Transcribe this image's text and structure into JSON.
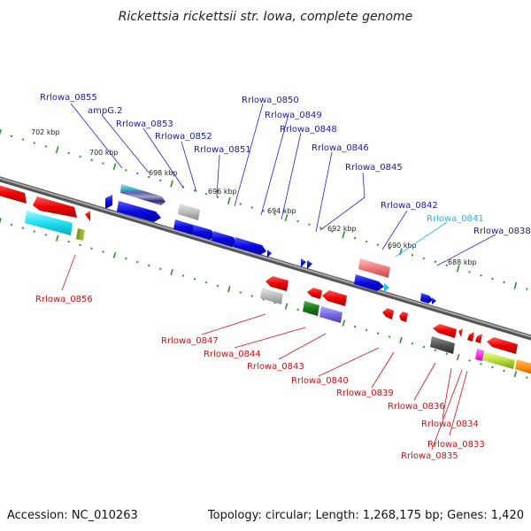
{
  "title": "Rickettsia rickettsii str. Iowa, complete genome",
  "footer": {
    "accession": "Accession: NC_010263",
    "summary": "Topology: circular; Length: 1,268,175 bp; Genes: 1,420"
  },
  "colors": {
    "forward_label": "#1a1aa6",
    "reverse_label": "#cc1111",
    "highlight_label": "#22b8d8",
    "backbone": "#7a7a7a",
    "tick": "#2f8f2f"
  },
  "scale": {
    "ticks": [
      "702 kbp",
      "700 kbp",
      "698 kbp",
      "696 kbp",
      "694 kbp",
      "692 kbp",
      "690 kbp",
      "688 kbp"
    ]
  },
  "labels_top": [
    "Rrlowa_0855",
    "ampG.2",
    "Rrlowa_0853",
    "Rrlowa_0852",
    "Rrlowa_0851",
    "Rrlowa_0850",
    "Rrlowa_0849",
    "Rrlowa_0848",
    "Rrlowa_0846",
    "Rrlowa_0845",
    "Rrlowa_0842",
    "Rrlowa_0841",
    "Rrlowa_0838"
  ],
  "labels_bottom": [
    "Rrlowa_0856",
    "Rrlowa_0847",
    "Rrlowa_0844",
    "Rrlowa_0843",
    "Rrlowa_0840",
    "Rrlowa_0839",
    "Rrlowa_0836",
    "Rrlowa_0834",
    "Rrlowa_0833",
    "Rrlowa_0835"
  ]
}
